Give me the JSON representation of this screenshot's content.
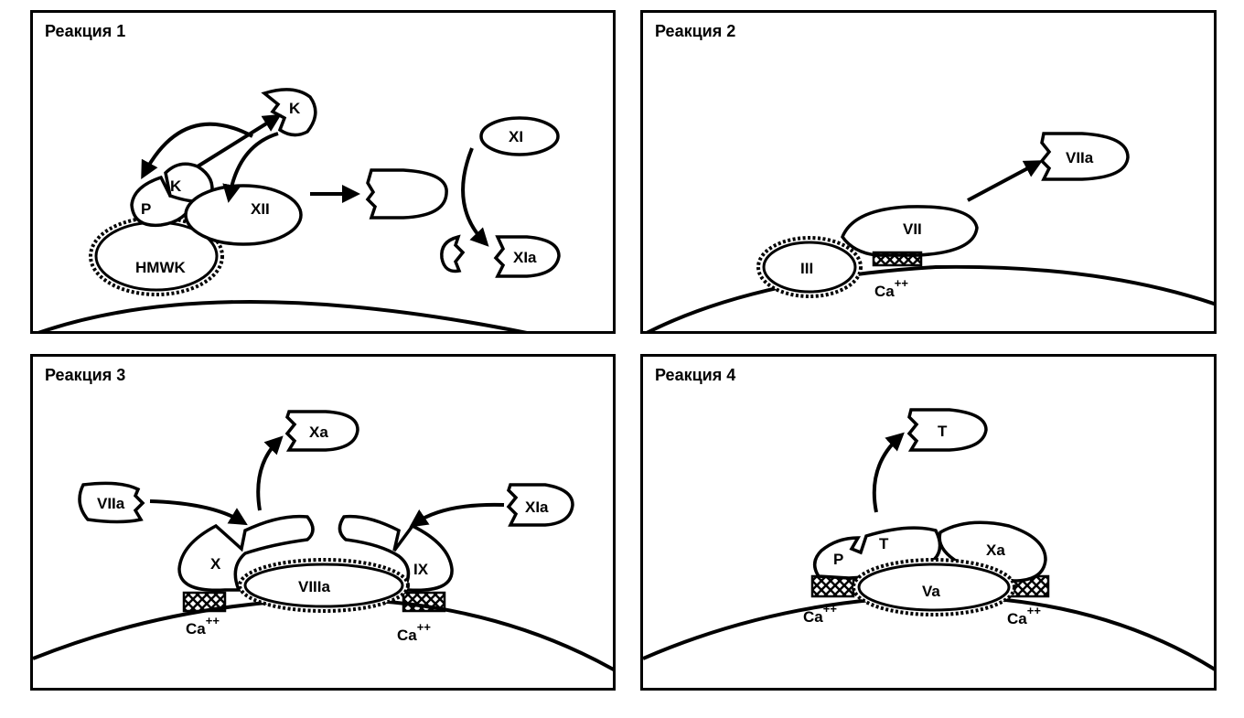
{
  "panels": [
    {
      "title": "Реакция 1",
      "labels": {
        "k1": "K",
        "k2": "K",
        "p": "P",
        "xii": "XII",
        "hmwk": "HMWK",
        "xi": "XI",
        "xia": "XIa"
      }
    },
    {
      "title": "Реакция 2",
      "labels": {
        "viia": "VIIa",
        "vii": "VII",
        "iii": "III",
        "ca": "Ca",
        "ca_sup": "++"
      }
    },
    {
      "title": "Реакция 3",
      "labels": {
        "xa": "Xa",
        "viia": "VIIa",
        "xia": "XIa",
        "x": "X",
        "ix": "IX",
        "viiia": "VIIIa",
        "ca": "Ca",
        "ca_sup": "++"
      }
    },
    {
      "title": "Реакция 4",
      "labels": {
        "t_top": "T",
        "p": "P",
        "t": "T",
        "xa": "Xa",
        "va": "Va",
        "ca": "Ca",
        "ca_sup": "++"
      }
    }
  ],
  "colors": {
    "line": "#000000",
    "background": "#ffffff"
  }
}
